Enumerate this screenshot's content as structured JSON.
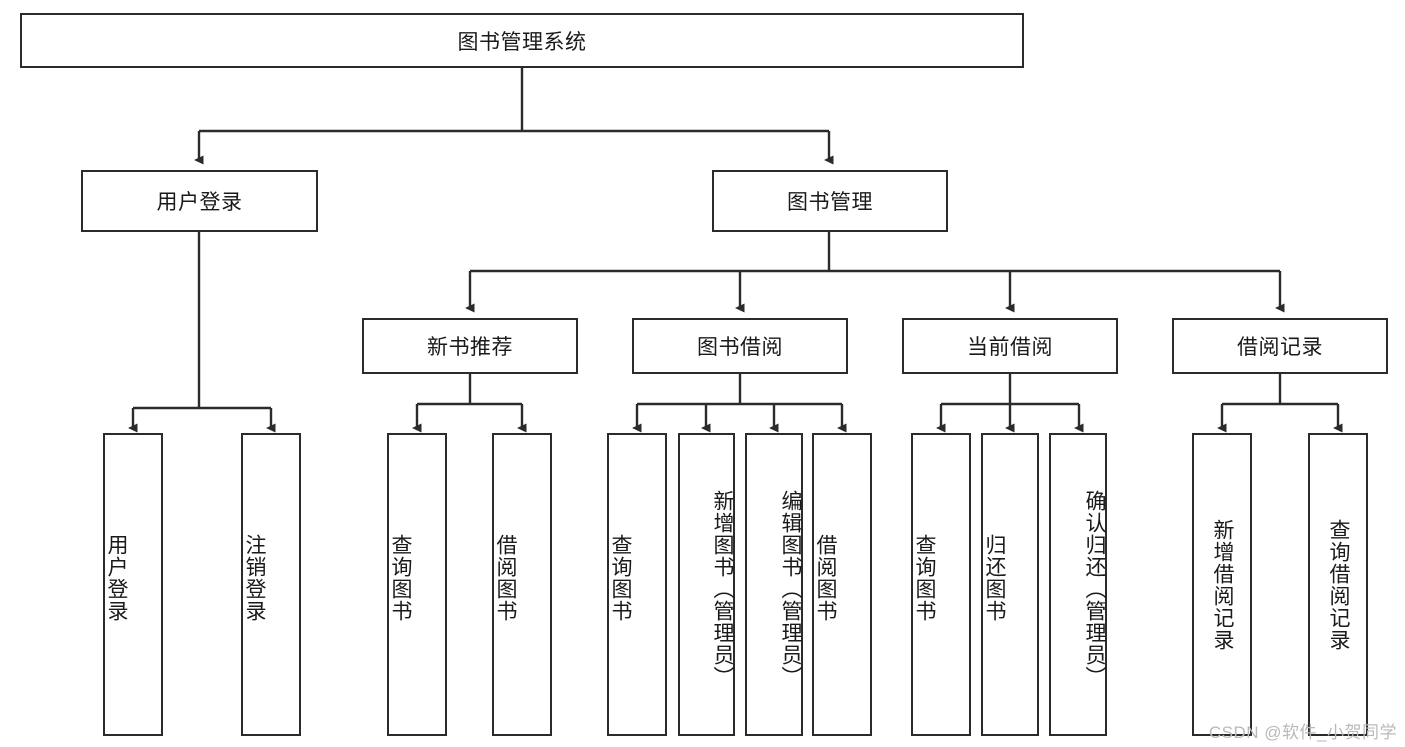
{
  "diagram": {
    "title": "图书管理系统",
    "type": "tree-hierarchy-chart",
    "watermark": "CSDN @软件_小贺同学",
    "colors": {
      "box_border": "#2b2b2b",
      "box_fill": "#ffffff",
      "edge": "#2b2b2b",
      "text": "#1a1a1a",
      "watermark": "#b9b9b9",
      "background": "#ffffff"
    },
    "levels": {
      "root": {
        "label": "图书管理系统"
      },
      "level2": [
        {
          "label": "用户登录"
        },
        {
          "label": "图书管理"
        }
      ],
      "level3": [
        {
          "label": "新书推荐"
        },
        {
          "label": "图书借阅"
        },
        {
          "label": "当前借阅"
        },
        {
          "label": "借阅记录"
        }
      ],
      "leaves": {
        "user_login": [
          {
            "label": "用户登录"
          },
          {
            "label": "注销登录"
          }
        ],
        "new_book_recommend": [
          {
            "label": "查询图书"
          },
          {
            "label": "借阅图书"
          }
        ],
        "book_borrow": [
          {
            "label": "查询图书"
          },
          {
            "label": "新增图书（管理员）"
          },
          {
            "label": "编辑图书（管理员）"
          },
          {
            "label": "借阅图书"
          }
        ],
        "current_borrow": [
          {
            "label": "查询图书"
          },
          {
            "label": "归还图书"
          },
          {
            "label": "确认归还（管理员）"
          }
        ],
        "borrow_record": [
          {
            "label": "新增借阅记录"
          },
          {
            "label": "查询借阅记录"
          }
        ]
      }
    }
  }
}
